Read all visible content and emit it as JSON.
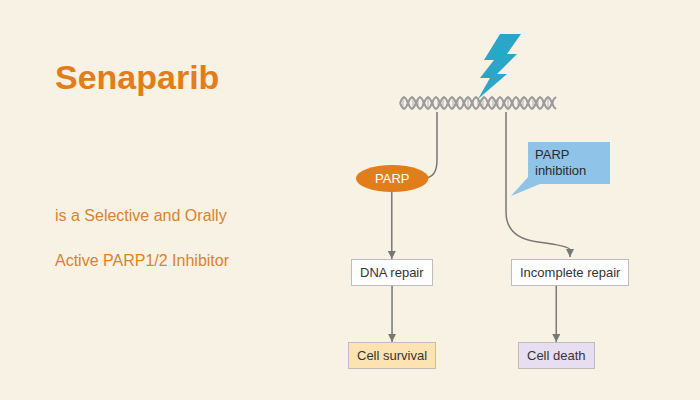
{
  "diagram": {
    "title": "Senaparib",
    "nodes": [
      {
        "text": [
          "PARP"
        ]
      },
      {
        "text": [
          "PARP inhibition"
        ]
      },
      {
        "text": [
          "DNA repair"
        ]
      },
      {
        "text": [
          "Incomplete repair"
        ]
      },
      {
        "text": [
          "Cell survival"
        ]
      },
      {
        "text": [
          "Cell death"
        ]
      }
    ],
    "edges": [
      {
        "from": 0,
        "to": 2,
        "arrow": "to"
      },
      {
        "from": 2,
        "to": 4,
        "arrow": "to"
      },
      {
        "from": 3,
        "to": 5,
        "arrow": "to"
      }
    ],
    "labels": [
      "is a Selective and Orally Active PARP1/2 Inhibitor"
    ]
  }
}
